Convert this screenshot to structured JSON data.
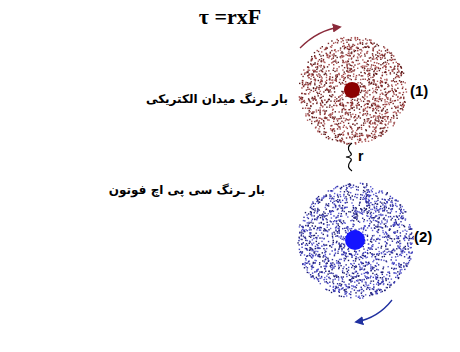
{
  "diagram": {
    "title": "τ =rxF",
    "labels": [
      "بار ـرنگ میدان الکتریکی",
      "(1)",
      "r",
      "بار ـرنگ سی پی اچ فوتون",
      "(2)"
    ]
  }
}
